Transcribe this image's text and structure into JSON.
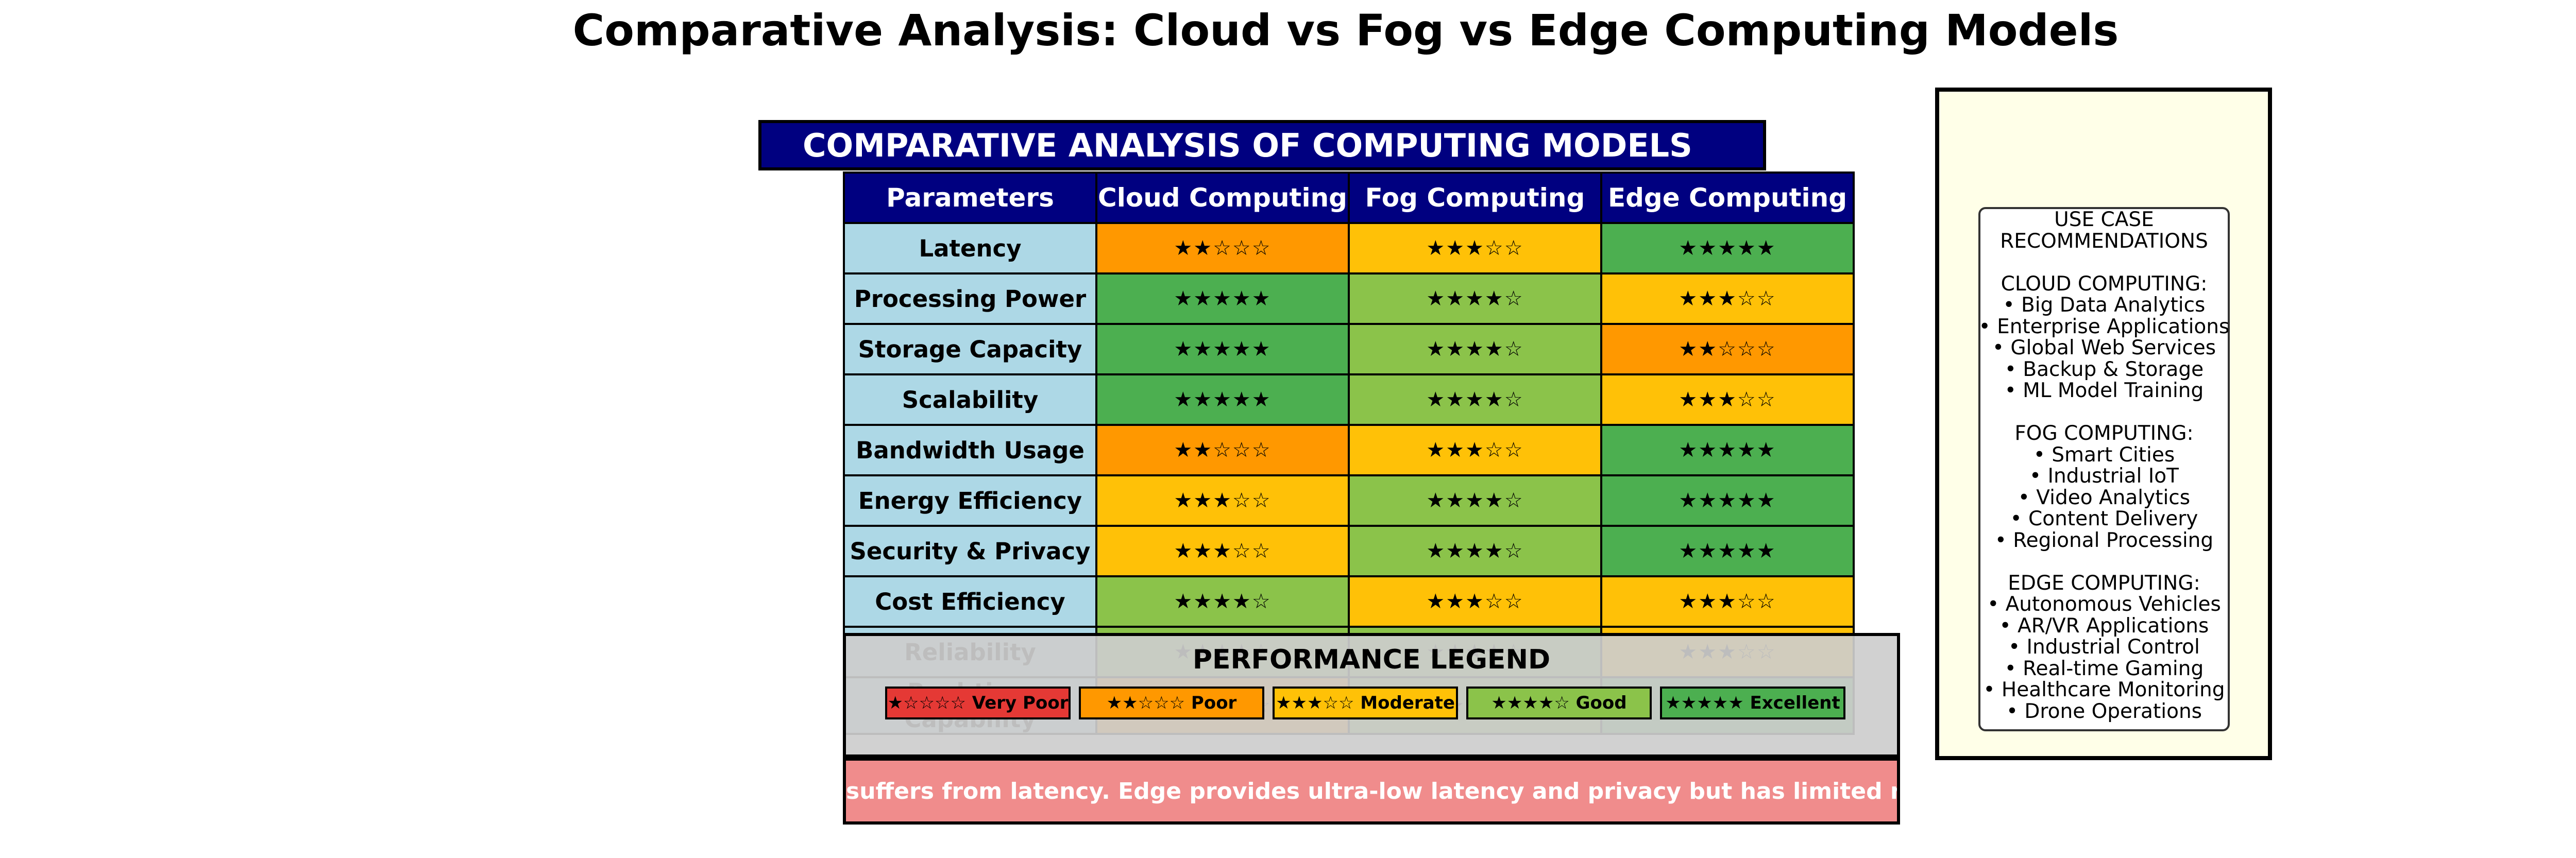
{
  "title": "Comparative Analysis: Cloud vs Fog vs Edge Computing Models",
  "table_title": "COMPARATIVE ANALYSIS OF COMPUTING MODELS",
  "colors": {
    "header": "#000080",
    "param_cell": "#add8e6",
    "rating_5": "#4caf50",
    "rating_4": "#8bc34a",
    "rating_3": "#ffc107",
    "rating_2": "#ff9800",
    "rating_1": "#e53935",
    "summary": "#f08c8c",
    "usecase_panel": "#ffffe8"
  },
  "chart_data": {
    "type": "table",
    "columns": [
      "Parameters",
      "Cloud Computing",
      "Fog Computing",
      "Edge Computing"
    ],
    "rows": [
      {
        "parameter": "Latency",
        "ratings": [
          2,
          3,
          5
        ]
      },
      {
        "parameter": "Processing Power",
        "ratings": [
          5,
          4,
          3
        ]
      },
      {
        "parameter": "Storage Capacity",
        "ratings": [
          5,
          4,
          2
        ]
      },
      {
        "parameter": "Scalability",
        "ratings": [
          5,
          4,
          3
        ]
      },
      {
        "parameter": "Bandwidth Usage",
        "ratings": [
          2,
          3,
          5
        ]
      },
      {
        "parameter": "Energy Efficiency",
        "ratings": [
          3,
          4,
          5
        ]
      },
      {
        "parameter": "Security & Privacy",
        "ratings": [
          3,
          4,
          5
        ]
      },
      {
        "parameter": "Cost Efficiency",
        "ratings": [
          4,
          3,
          3
        ]
      },
      {
        "parameter": "Reliability",
        "ratings": [
          4,
          4,
          3
        ]
      },
      {
        "parameter": "Real-time Capability",
        "ratings": [
          2,
          4,
          5
        ]
      }
    ],
    "rating_scale": 5
  },
  "legend": {
    "title": "PERFORMANCE LEGEND",
    "items": [
      {
        "stars": "★☆☆☆☆",
        "label": "Very Poor",
        "level": 1
      },
      {
        "stars": "★★☆☆☆",
        "label": "Poor",
        "level": 2
      },
      {
        "stars": "★★★☆☆",
        "label": "Moderate",
        "level": 3
      },
      {
        "stars": "★★★★☆",
        "label": "Good",
        "level": 4
      },
      {
        "stars": "★★★★★",
        "label": "Excellent",
        "level": 5
      }
    ]
  },
  "summary_text": "suffers from latency. Edge provides ultra-low latency and privacy but has limited re",
  "use_cases": {
    "heading": "USE CASE\nRECOMMENDATIONS",
    "sections": [
      {
        "title": "CLOUD COMPUTING:",
        "items": [
          "Big Data Analytics",
          "Enterprise Applications",
          "Global Web Services",
          "Backup & Storage",
          "ML Model Training"
        ]
      },
      {
        "title": "FOG COMPUTING:",
        "items": [
          "Smart Cities",
          "Industrial IoT",
          "Video Analytics",
          "Content Delivery",
          "Regional Processing"
        ]
      },
      {
        "title": "EDGE COMPUTING:",
        "items": [
          "Autonomous Vehicles",
          "AR/VR Applications",
          "Industrial Control",
          "Real-time Gaming",
          "Healthcare Monitoring",
          "Drone Operations"
        ]
      }
    ]
  }
}
